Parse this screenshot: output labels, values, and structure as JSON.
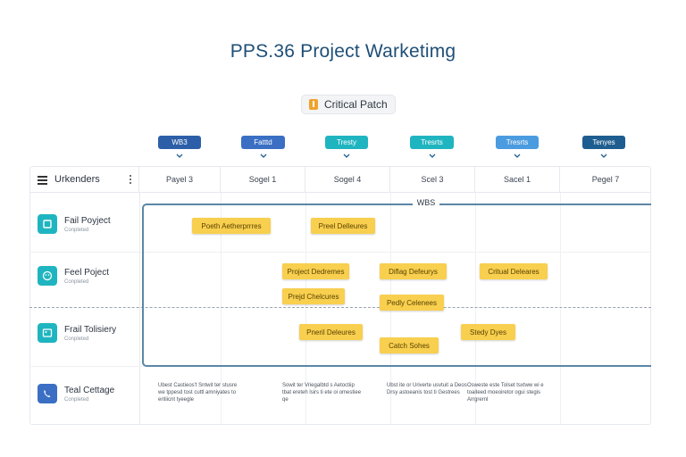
{
  "title": "PPS.36 Project Warketimg",
  "critical_chip": {
    "label": "Critical Patch",
    "color": "#f0a22c"
  },
  "phases": [
    {
      "label": "WB3",
      "color": "#2d5fa8"
    },
    {
      "label": "Fatttd",
      "color": "#3a6fc4"
    },
    {
      "label": "Tresty",
      "color": "#1fb5c0"
    },
    {
      "label": "Tresrts",
      "color": "#1fb5c0"
    },
    {
      "label": "Tresrts",
      "color": "#4b9be0"
    },
    {
      "label": "Tenyes",
      "color": "#1e5d8f"
    }
  ],
  "header": {
    "rows_label": "Urkenders",
    "columns": [
      "Payel 3",
      "Sogel 1",
      "Sogel 4",
      "Scel 3",
      "Sacel 1",
      "Pegel 7"
    ]
  },
  "rows": [
    {
      "name": "Fail Poyject",
      "sub": "Conpleted",
      "color": "#1fb5c0"
    },
    {
      "name": "Feel Poject",
      "sub": "Conpleted",
      "color": "#1fb5c0"
    },
    {
      "name": "Frail Tolisiery",
      "sub": "Conpleted",
      "color": "#1fb5c0"
    },
    {
      "name": "Teal Cettage",
      "sub": "Conpleted",
      "color": "#3a6fc4"
    }
  ],
  "wbs_label": "WBS",
  "tasks": [
    "Poeth Aetherprrres",
    "Preel Delleures",
    "Project Dedremes",
    "Diflag Defeurys",
    "Critual Deleares",
    "Prejd Chelcures",
    "Pedly Celenees",
    "Pneril Deleures",
    "Stedy Dyes",
    "Catch Sohes"
  ],
  "notes": [
    "Ubest Castieos't Sntwit ter stusre we tppesd tost cuttl amniyates to eritiicnt tyeegle",
    "Sowit ter Vriegalbtd s Aetoctiip tbat ereteh lsirs ti ete oi omestiee qe",
    "Ubst ite or Uriverte usvtuit a Deos Drsy astoeanis tost ti Gestrees",
    "Osweste este Tolset tsxtww wi e toaiteed moeoiretor ogui stegis Arrgrernl"
  ]
}
